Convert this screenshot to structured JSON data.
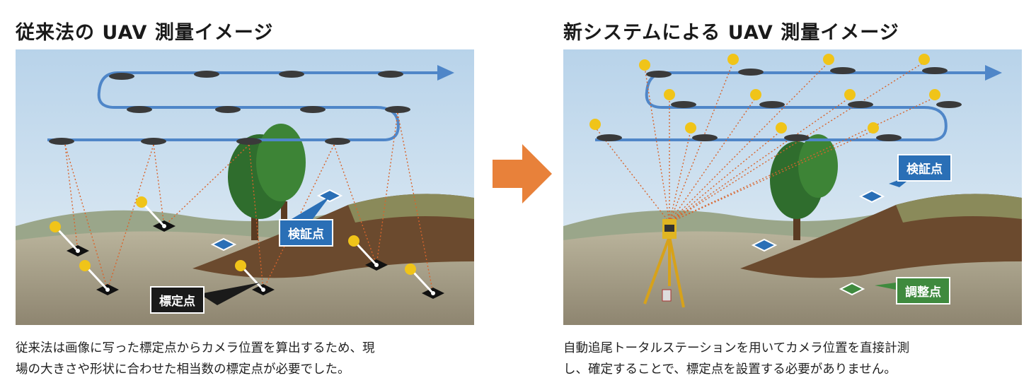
{
  "left": {
    "title": "従来法の UAV 測量イメージ",
    "label_verification": "検証点",
    "label_gcp": "標定点",
    "caption_line1": "従来法は画像に写った標定点からカメラ位置を算出するため、現",
    "caption_line2": "場の大きさや形状に合わせた相当数の標定点が必要でした。"
  },
  "right": {
    "title": "新システムによる UAV 測量イメージ",
    "label_verification": "検証点",
    "label_adjust": "調整点",
    "caption_line1": "自動追尾トータルステーションを用いてカメラ位置を直接計測",
    "caption_line2": "し、確定することで、標定点を設置する必要がありません。"
  },
  "colors": {
    "arrow": "#e8813a",
    "flight_path": "#4f86c8",
    "sight_line": "#d9642b",
    "label_blue": "#2a6fb6",
    "label_green": "#3f8a3e",
    "label_black": "#1a1a1a"
  }
}
